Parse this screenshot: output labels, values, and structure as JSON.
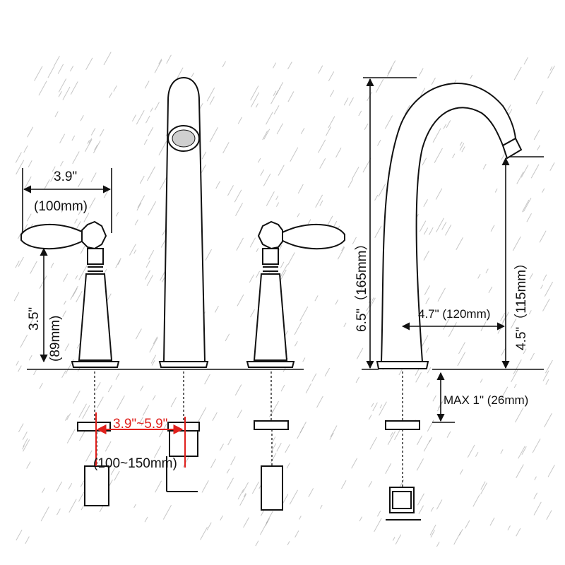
{
  "labels": {
    "handle_width_in": "3.9\"",
    "handle_width_mm": "(100mm)",
    "handle_height_in": "3.5\"",
    "handle_height_mm": "(89mm)",
    "spread_in": "3.9\"~5.9\"",
    "spread_mm": "(100~150mm)",
    "spout_height": "6.5\"（165mm）",
    "spout_reach": "4.7\" (120mm)",
    "spout_clearance": "4.5\"（115mm）",
    "deck_thickness": "MAX 1\" (26mm)"
  },
  "colors": {
    "line": "#111111",
    "accent": "#e0201c",
    "background": "#ffffff"
  }
}
